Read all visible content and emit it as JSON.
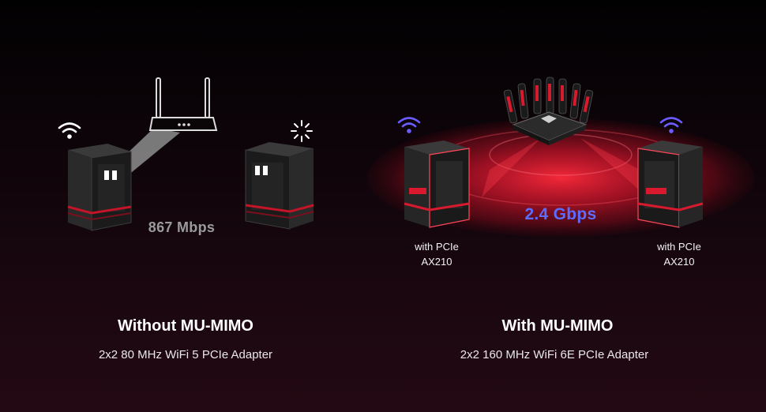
{
  "left": {
    "title": "Without MU-MIMO",
    "subtitle": "2x2 80 MHz WiFi 5 PCIe Adapter",
    "speed": "867 Mbps",
    "icons": [
      "wifi-icon",
      "loading-spinner-icon"
    ]
  },
  "right": {
    "title": "With MU-MIMO",
    "subtitle": "2x2 160 MHz WiFi 6E PCIe Adapter",
    "speed": "2.4 Gbps",
    "pc_left": {
      "line1": "with PCIe",
      "line2": "AX210"
    },
    "pc_right": {
      "line1": "with PCIe",
      "line2": "AX210"
    },
    "icons": [
      "wifi-icon",
      "wifi-icon"
    ]
  },
  "colors": {
    "speed_left": "#9a9a9a",
    "speed_right": "#5b6cff",
    "accent_red": "#e0132b",
    "wifi_purple": "#6a5cff"
  }
}
